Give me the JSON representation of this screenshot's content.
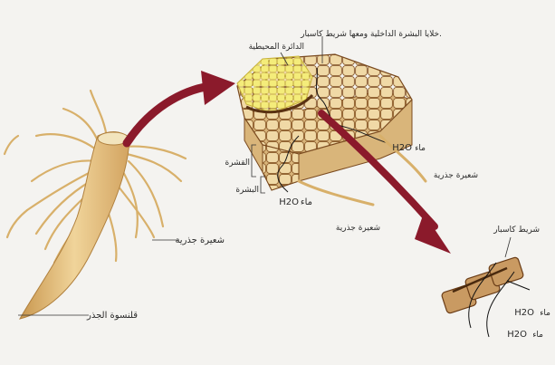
{
  "labels": {
    "endodermis_casparian": "خلايا البشرة الداخلية ومعها شريط كاسبار.",
    "pericycle": "الدائرة المحيطية",
    "cortex": "القشرة",
    "epidermis": "البشرة",
    "water_mid": "ماء",
    "water_mid_formula": "H2O",
    "water_right": "ماء",
    "water_right_formula": "H2O",
    "root_hair_mid": "شعيرة جذرية",
    "root_hair_right": "شعيرة جذرية",
    "root_hair_left": "شعيرة جذرية",
    "root_cap": "قلنسوة الجذر",
    "casparian_strip": "شريط كاسبار",
    "water_cell_1": "ماء",
    "water_cell_1_formula": "H2O",
    "water_cell_2": "ماء",
    "water_cell_2_formula": "H2O"
  },
  "colors": {
    "root": "#e8c58a",
    "root_shadow": "#c9974f",
    "cell_fill": "#e9cf95",
    "cell_wall": "#7a4a1f",
    "stele": "#f3ea6a",
    "arrow": "#8b1a2b",
    "background": "#f4f3f0"
  }
}
